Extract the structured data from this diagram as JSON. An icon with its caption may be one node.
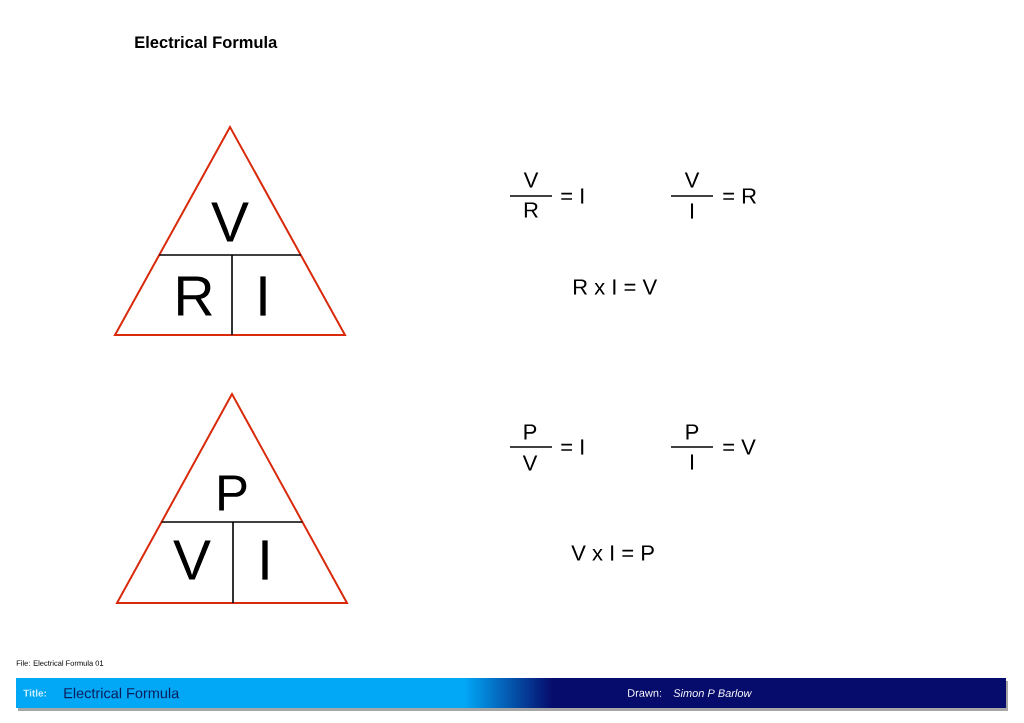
{
  "diagram": {
    "title": "Electrical Formula",
    "nodes": [
      {
        "text": [
          "V",
          "R",
          "I"
        ]
      },
      {
        "text": [
          "P",
          "V",
          "I"
        ]
      },
      {
        "text": [
          "Title:",
          "Electrical Formula",
          "Drawn:",
          "Simon P Barlow"
        ]
      }
    ],
    "labels": [
      "V",
      "R",
      "= I",
      "V",
      "I",
      "= R",
      "R x I = V",
      "P",
      "V",
      "= I",
      "P",
      "I",
      "= V",
      "V x I = P",
      "File: Electrical Formula 01"
    ]
  }
}
